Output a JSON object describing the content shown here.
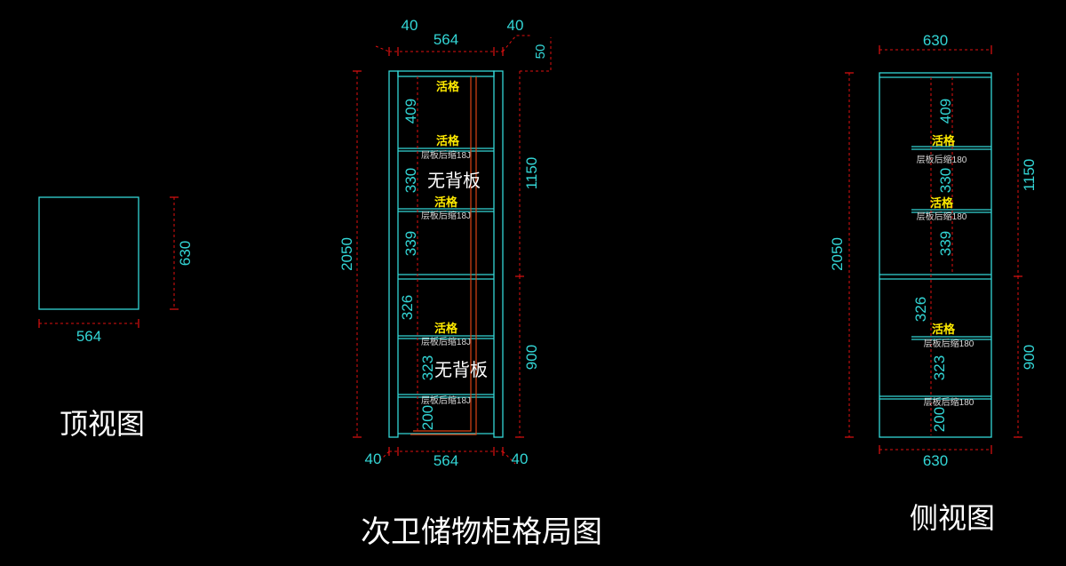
{
  "colors": {
    "background": "#000000",
    "outline": "#33d6d6",
    "dimension": "#e01010",
    "label_yellow": "#ffea00",
    "text_white": "#ffffff",
    "back_board": "#d84315"
  },
  "top_view": {
    "title": "顶视图",
    "width_dim": "564",
    "depth_dim": "630"
  },
  "front_view": {
    "title": "次卫储物柜格局图",
    "top_dims": {
      "left_side": "40",
      "inner": "564",
      "right_side": "40",
      "top_thick": "50"
    },
    "bottom_dims": {
      "left_side": "40",
      "inner": "564",
      "right_side": "40"
    },
    "height_total": "2050",
    "upper_height": "1150",
    "lower_height": "900",
    "spacing_dims": [
      "409",
      "330",
      "339",
      "326",
      "323",
      "200"
    ],
    "adjustable_label": "活格",
    "shelf_note": "层板后缩18J",
    "no_back_label": "无背板"
  },
  "side_view": {
    "title": "侧视图",
    "top_dim": "630",
    "bottom_dim": "630",
    "height_total": "2050",
    "upper_height": "1150",
    "lower_height": "900",
    "spacing_dims": [
      "409",
      "330",
      "339",
      "326",
      "323",
      "200"
    ],
    "adjustable_label": "活格",
    "shelf_note": "层板后缩180"
  }
}
